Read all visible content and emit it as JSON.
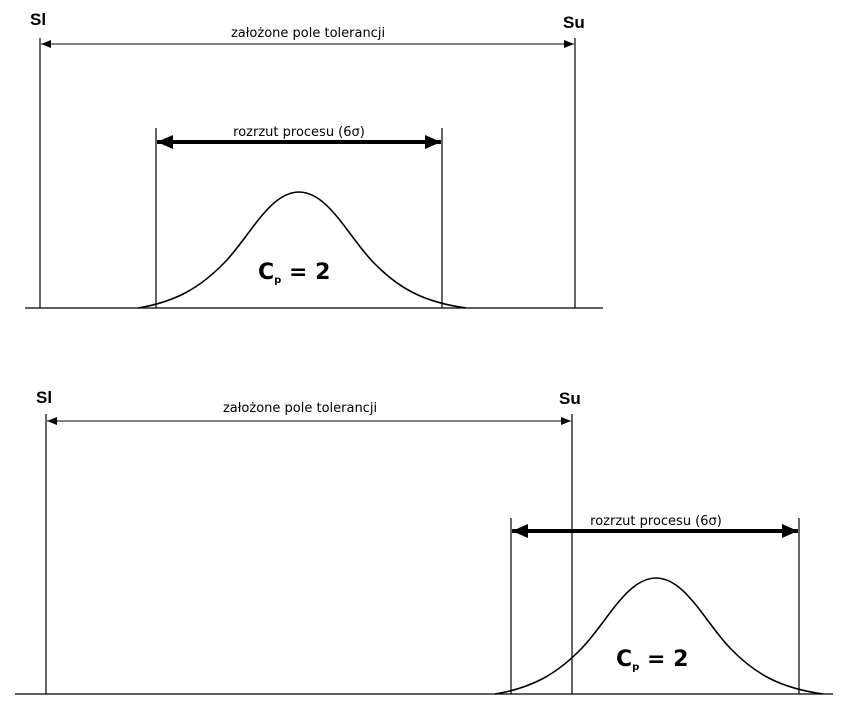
{
  "diagrams": [
    {
      "lower_limit_label": "Sl",
      "upper_limit_label": "Su",
      "tolerance_label": "założone pole tolerancji",
      "spread_label": "rozrzut procesu (6σ)",
      "cp_symbol": "C",
      "cp_subscript": "p",
      "cp_value_text": " = 2"
    },
    {
      "lower_limit_label": "Sl",
      "upper_limit_label": "Su",
      "tolerance_label": "założone pole tolerancji",
      "spread_label": "rozrzut procesu (6σ)",
      "cp_symbol": "C",
      "cp_subscript": "p",
      "cp_value_text": " = 2"
    }
  ]
}
